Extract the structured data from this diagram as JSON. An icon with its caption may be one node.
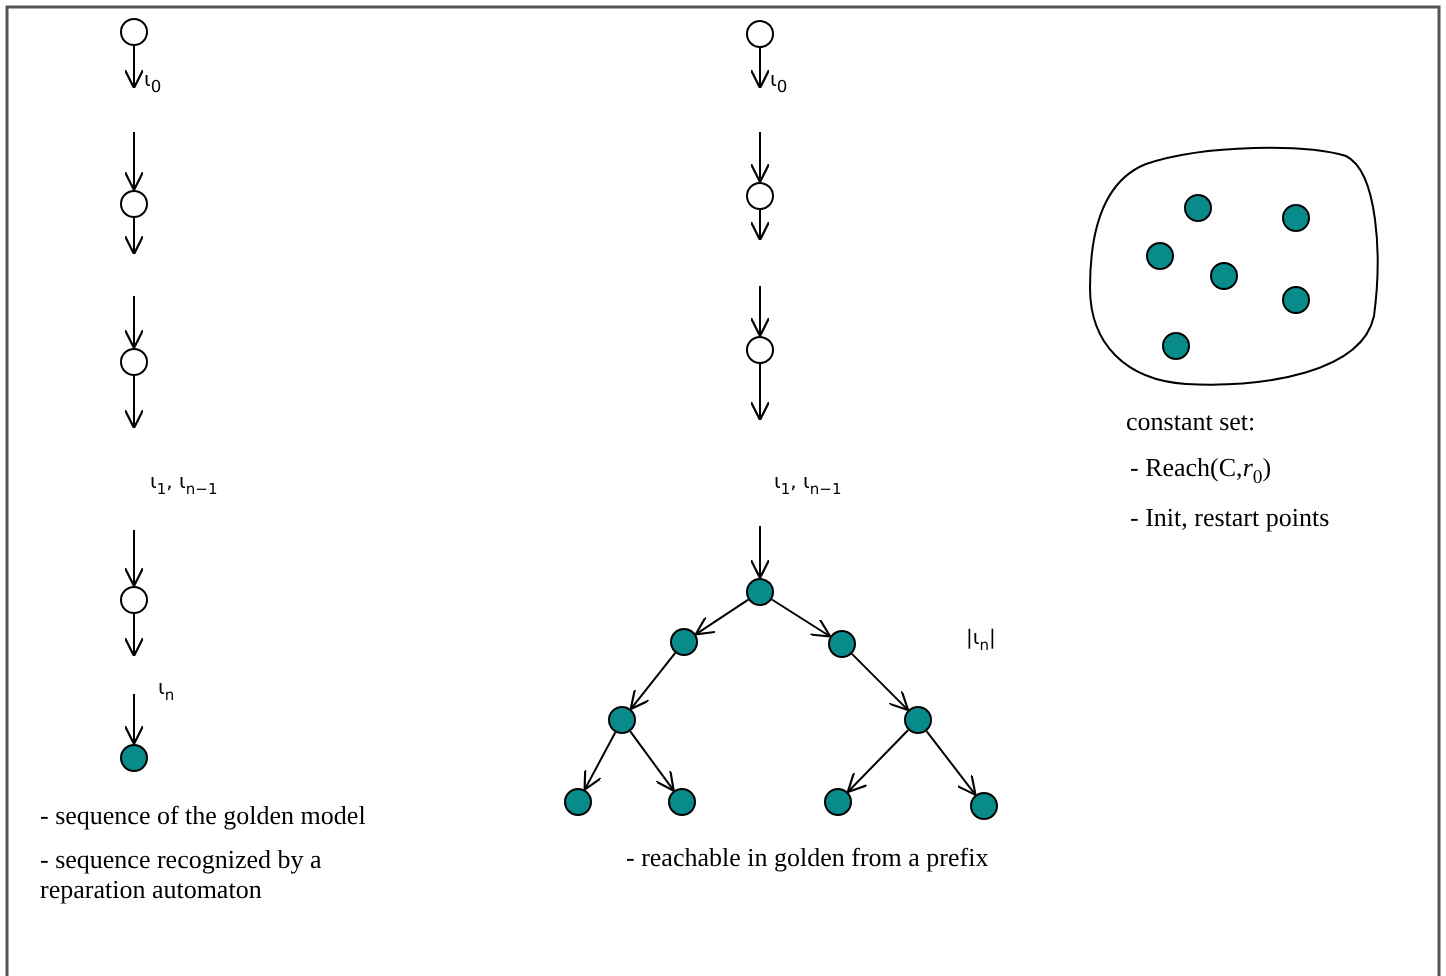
{
  "diagram": {
    "nodes": [
      {
        "text": [],
        "shape": "circle"
      },
      {
        "text": [],
        "shape": "circle"
      },
      {
        "text": [],
        "shape": "circle"
      },
      {
        "text": [],
        "shape": "circle"
      },
      {
        "text": [],
        "shape": "circle"
      },
      {
        "text": [],
        "shape": "circle"
      },
      {
        "text": [],
        "shape": "circle"
      },
      {
        "text": [],
        "shape": "circle"
      },
      {
        "text": [],
        "shape": "circle"
      },
      {
        "text": [],
        "shape": "circle"
      },
      {
        "text": [],
        "shape": "circle"
      },
      {
        "text": [],
        "shape": "circle"
      },
      {
        "text": [],
        "shape": "circle"
      },
      {
        "text": [],
        "shape": "circle"
      },
      {
        "text": [],
        "shape": "circle"
      },
      {
        "text": [],
        "shape": "circle"
      },
      {
        "text": [],
        "shape": "circle"
      },
      {
        "text": [],
        "shape": "cloud"
      },
      {
        "text": [],
        "shape": "circle",
        "in": 17
      },
      {
        "text": [],
        "shape": "circle",
        "in": 17
      },
      {
        "text": [],
        "shape": "circle",
        "in": 17
      },
      {
        "text": [],
        "shape": "circle",
        "in": 17
      },
      {
        "text": [],
        "shape": "circle",
        "in": 17
      },
      {
        "text": [],
        "shape": "circle",
        "in": 17
      },
      {
        "text": [
          "ι$_{0}$"
        ]
      },
      {
        "text": [
          "ι$_{0}$"
        ]
      }
    ],
    "edges": [
      {
        "from": 0,
        "to": 24,
        "arrow": "to"
      },
      {
        "from": 24,
        "to": 1,
        "arrow": "to"
      },
      {
        "from": 1,
        "to": null,
        "arrow": "to"
      },
      {
        "from": null,
        "to": 2,
        "arrow": "to"
      },
      {
        "from": 2,
        "to": null,
        "arrow": "to"
      },
      {
        "from": null,
        "to": 3,
        "arrow": "to"
      },
      {
        "from": 3,
        "to": null,
        "arrow": "to"
      },
      {
        "from": null,
        "to": 4,
        "arrow": "to"
      },
      {
        "from": 5,
        "to": 25,
        "arrow": "to"
      },
      {
        "from": 25,
        "to": 6,
        "arrow": "to"
      },
      {
        "from": 6,
        "to": null,
        "arrow": "to"
      },
      {
        "from": null,
        "to": 7,
        "arrow": "to"
      },
      {
        "from": 7,
        "to": null,
        "arrow": "to"
      },
      {
        "from": null,
        "to": 8,
        "arrow": "to"
      },
      {
        "from": 8,
        "to": 9,
        "arrow": "to"
      },
      {
        "from": 8,
        "to": 10,
        "arrow": "to"
      },
      {
        "from": 9,
        "to": 11,
        "arrow": "to"
      },
      {
        "from": 10,
        "to": 12,
        "arrow": "to"
      },
      {
        "from": 11,
        "to": 13,
        "arrow": "to"
      },
      {
        "from": 11,
        "to": 14,
        "arrow": "to"
      },
      {
        "from": 12,
        "to": 15,
        "arrow": "to"
      },
      {
        "from": 12,
        "to": 16,
        "arrow": "to"
      }
    ],
    "labels": [
      "ι$_{1}$, ι$_{n−1}$",
      "ι$_{n}$",
      "- sequence of the golden model",
      "- sequence recognized by a reparation automaton",
      "ι$_{1}$, ι$_{n−1}$",
      "|ι$_{n}$|",
      "- reachable in golden from a prefix",
      "constant set:",
      "- Reach(C,*r*$_{0}$)",
      "- Init, restart points"
    ]
  }
}
